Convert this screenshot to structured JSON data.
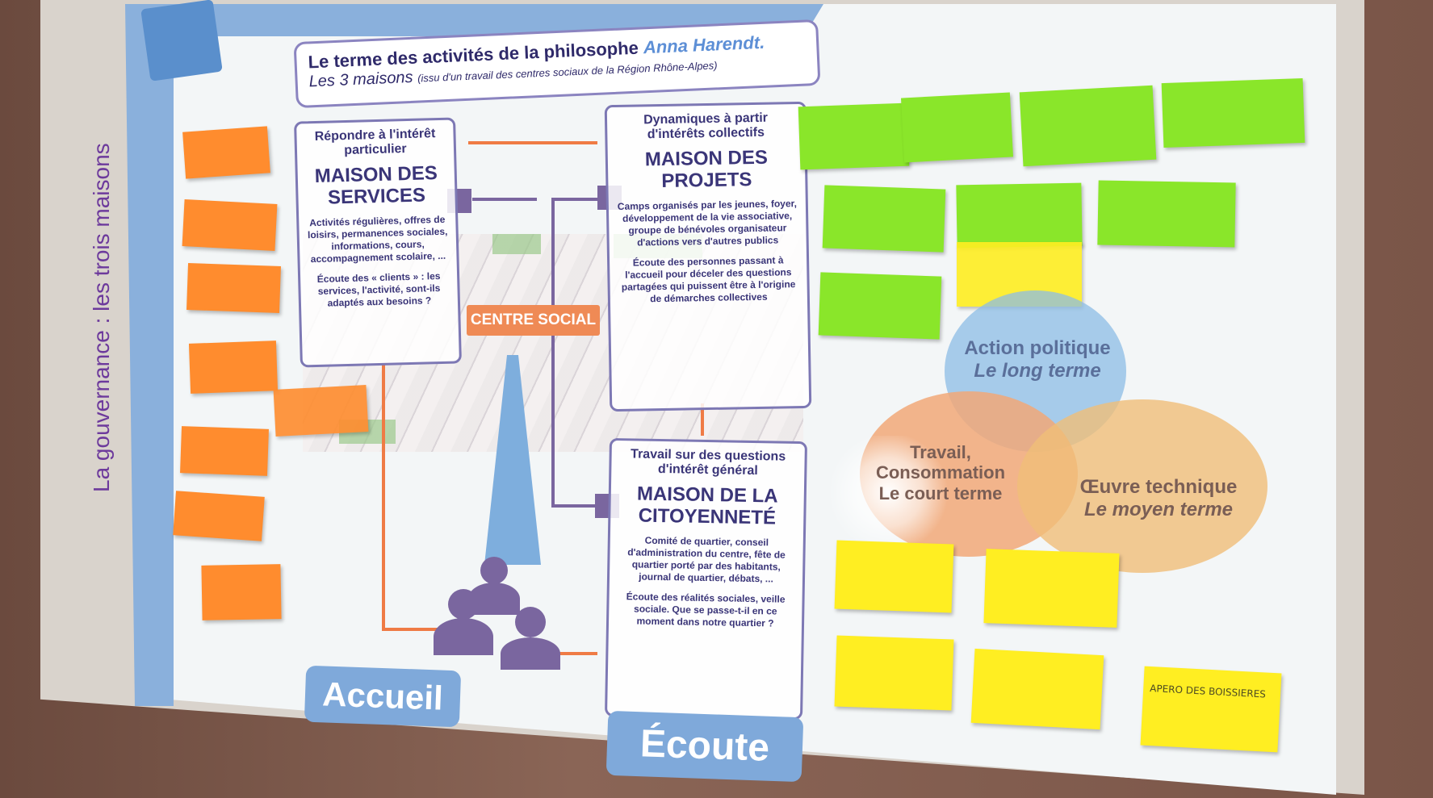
{
  "slide": {
    "sidebar_title": "La gouvernance : les trois maisons",
    "title_line1": "Le terme des activités de la philosophe",
    "title_name": "Anna Harendt.",
    "title_line2": "Les 3 maisons",
    "title_line2_small": "(issu d'un travail des centres sociaux de la Région Rhône-Alpes)"
  },
  "houses": {
    "services": {
      "subtitle": "Répondre à l'intérêt particulier",
      "name": "MAISON DES SERVICES",
      "body": "Activités régulières, offres de loisirs, permanences sociales, informations, cours, accompagnement scolaire, ...",
      "body2": "Écoute des « clients » : les services, l'activité, sont-ils adaptés aux besoins ?"
    },
    "projets": {
      "subtitle": "Dynamiques à partir d'intérêts collectifs",
      "name": "MAISON DES PROJETS",
      "body": "Camps organisés par les jeunes, foyer, développement de la vie associative, groupe de bénévoles organisateur d'actions vers d'autres publics",
      "body2": "Écoute des personnes passant à l'accueil pour déceler des questions partagées qui puissent être à l'origine de démarches collectives"
    },
    "citoyennete": {
      "subtitle": "Travail sur des questions d'intérêt général",
      "name": "MAISON DE LA CITOYENNETÉ",
      "body": "Comité de quartier, conseil d'administration du centre, fête de quartier porté par des habitants, journal de quartier, débats, ...",
      "body2": "Écoute des réalités sociales, veille sociale. Que se passe-t-il en ce moment dans notre quartier ?"
    }
  },
  "centre_label": "CENTRE SOCIAL",
  "accueil_label": "Accueil",
  "ecoute_label": "Écoute",
  "venn": {
    "top_line1": "Action politique",
    "top_line2": "Le long terme",
    "left_line1": "Travail,",
    "left_line2": "Consommation",
    "left_line3": "Le court terme",
    "right_line1": "Œuvre technique",
    "right_line2": "Le moyen terme"
  },
  "colors": {
    "orange_note": "#ff8c2e",
    "green_note": "#8ae62a",
    "yellow_note": "#ffee22",
    "house_border": "#7d78b4",
    "accent_blue": "#7fa9da"
  },
  "notes": {
    "yellow_bottom_right": "APERO DES BOISSIERES"
  }
}
